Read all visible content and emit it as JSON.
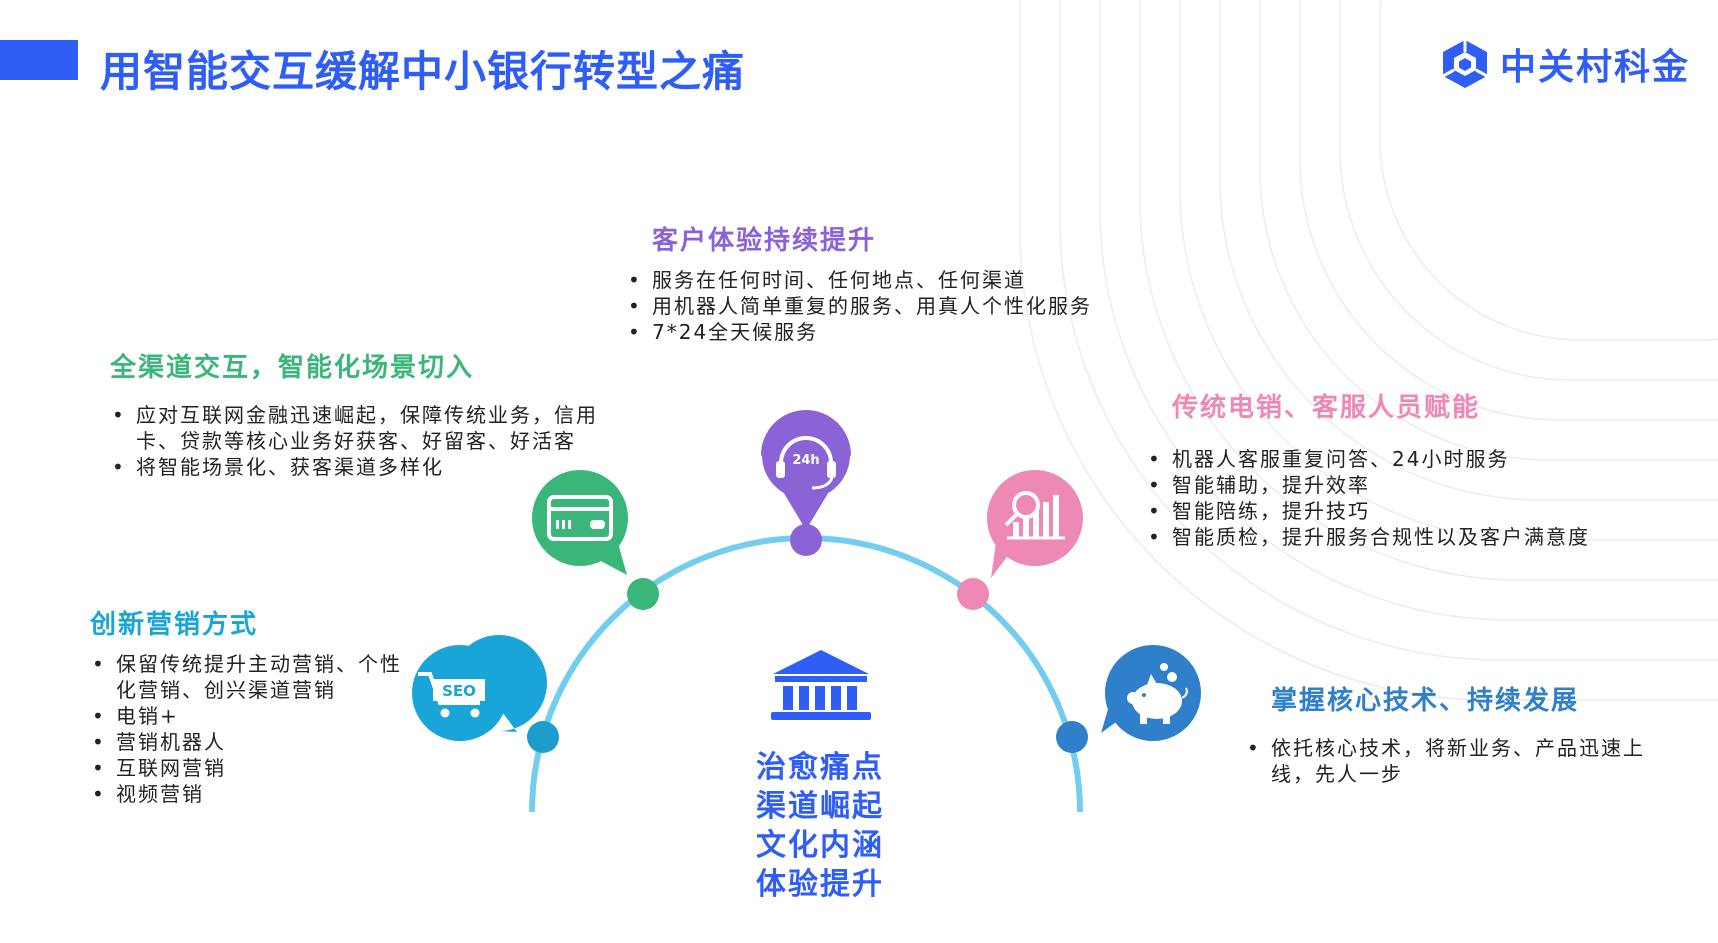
{
  "header": {
    "title": "用智能交互缓解中小银行转型之痛",
    "logo_text": "中关村科金",
    "colors": {
      "brand": "#2f5ef7"
    }
  },
  "center": {
    "icon": "bank-icon",
    "lines": [
      "治愈痛点",
      "渠道崛起",
      "文化内涵",
      "体验提升"
    ]
  },
  "sections": [
    {
      "title": "创新营销方式",
      "color": "#1aa5d8",
      "icon": "seo-cart-icon",
      "items": [
        "保留传统提升主动营销、个性化营销、创兴渠道营销",
        "电销+",
        "营销机器人",
        "互联网营销",
        "视频营销"
      ]
    },
    {
      "title": "全渠道交互，智能化场景切入",
      "color": "#3bb67a",
      "icon": "credit-card-icon",
      "items": [
        "应对互联网金融迅速崛起，保障传统业务，信用卡、贷款等核心业务好获客、好留客、好活客",
        "将智能场景化、获客渠道多样化"
      ]
    },
    {
      "title": "客户体验持续提升",
      "color": "#8b63d6",
      "icon": "headset-24h-icon",
      "items": [
        "服务在任何时间、任何地点、任何渠道",
        "用机器人简单重复的服务、用真人个性化服务",
        "7*24全天候服务"
      ]
    },
    {
      "title": "传统电销、客服人员赋能",
      "color": "#ee88b4",
      "icon": "bar-chart-magnifier-icon",
      "items": [
        "机器人客服重复问答、24小时服务",
        "智能辅助，提升效率",
        "智能陪练，提升技巧",
        "智能质检，提升服务合规性以及客户满意度"
      ]
    },
    {
      "title": "掌握核心技术、持续发展",
      "color": "#2f7fcb",
      "icon": "piggy-bank-icon",
      "items": [
        "依托核心技术，将新业务、产品迅速上线，先人一步"
      ]
    }
  ],
  "arc_color": "#72cdee"
}
